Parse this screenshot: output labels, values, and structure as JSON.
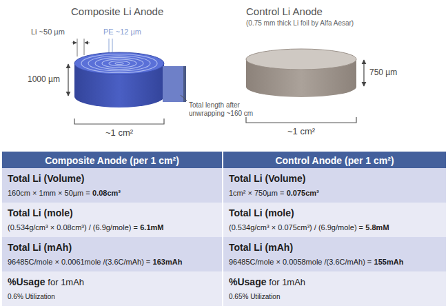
{
  "diagram": {
    "nodes": [
      {
        "text": [
          "Composite Anode (per 1 cm²)"
        ]
      },
      {
        "text": [
          "Control Anode (per 1 cm²)"
        ]
      },
      {
        "text": [
          "Total Li (Volume)",
          "160cm × 1mm × 50µm =",
          "0.08cm³"
        ]
      },
      {
        "text": [
          "Total Li (Volume)",
          "1cm² × 750µm =",
          "0.075cm³"
        ]
      },
      {
        "text": [
          "Total Li (mole)",
          "(0.534g/cm³ × 0.08cm³) / (6.9g/mole) =",
          "6.1mM"
        ]
      },
      {
        "text": [
          "Total Li (mole)",
          "(0.534g/cm³ × 0.075cm³) / (6.9g/mole) =",
          "5.8mM"
        ]
      },
      {
        "text": [
          "Total Li (mAh)",
          "96485C/mole × 0.0061mole /(3.6C/mAh) =",
          "163mAh"
        ]
      },
      {
        "text": [
          "Total Li (mAh)",
          "96485C/mole × 0.0058mole /(3.6C/mAh) =",
          "155mAh"
        ]
      },
      {
        "text": [
          "%Usage",
          "for 1mAh",
          "0.6% Utilization"
        ]
      },
      {
        "text": [
          "%Usage",
          "for 1mAh",
          "0.65% Utilization"
        ]
      }
    ],
    "labels": [
      "Composite Li Anode",
      "Li ~50 µm",
      "PE ~12 µm",
      "1000 µm",
      "Total length after unwrapping ~160 cm",
      "~1 cm²",
      "Control Li Anode",
      "(0.75 mm thick Li foil by Alfa Aesar)",
      "750 µm",
      "~1 cm²"
    ]
  }
}
